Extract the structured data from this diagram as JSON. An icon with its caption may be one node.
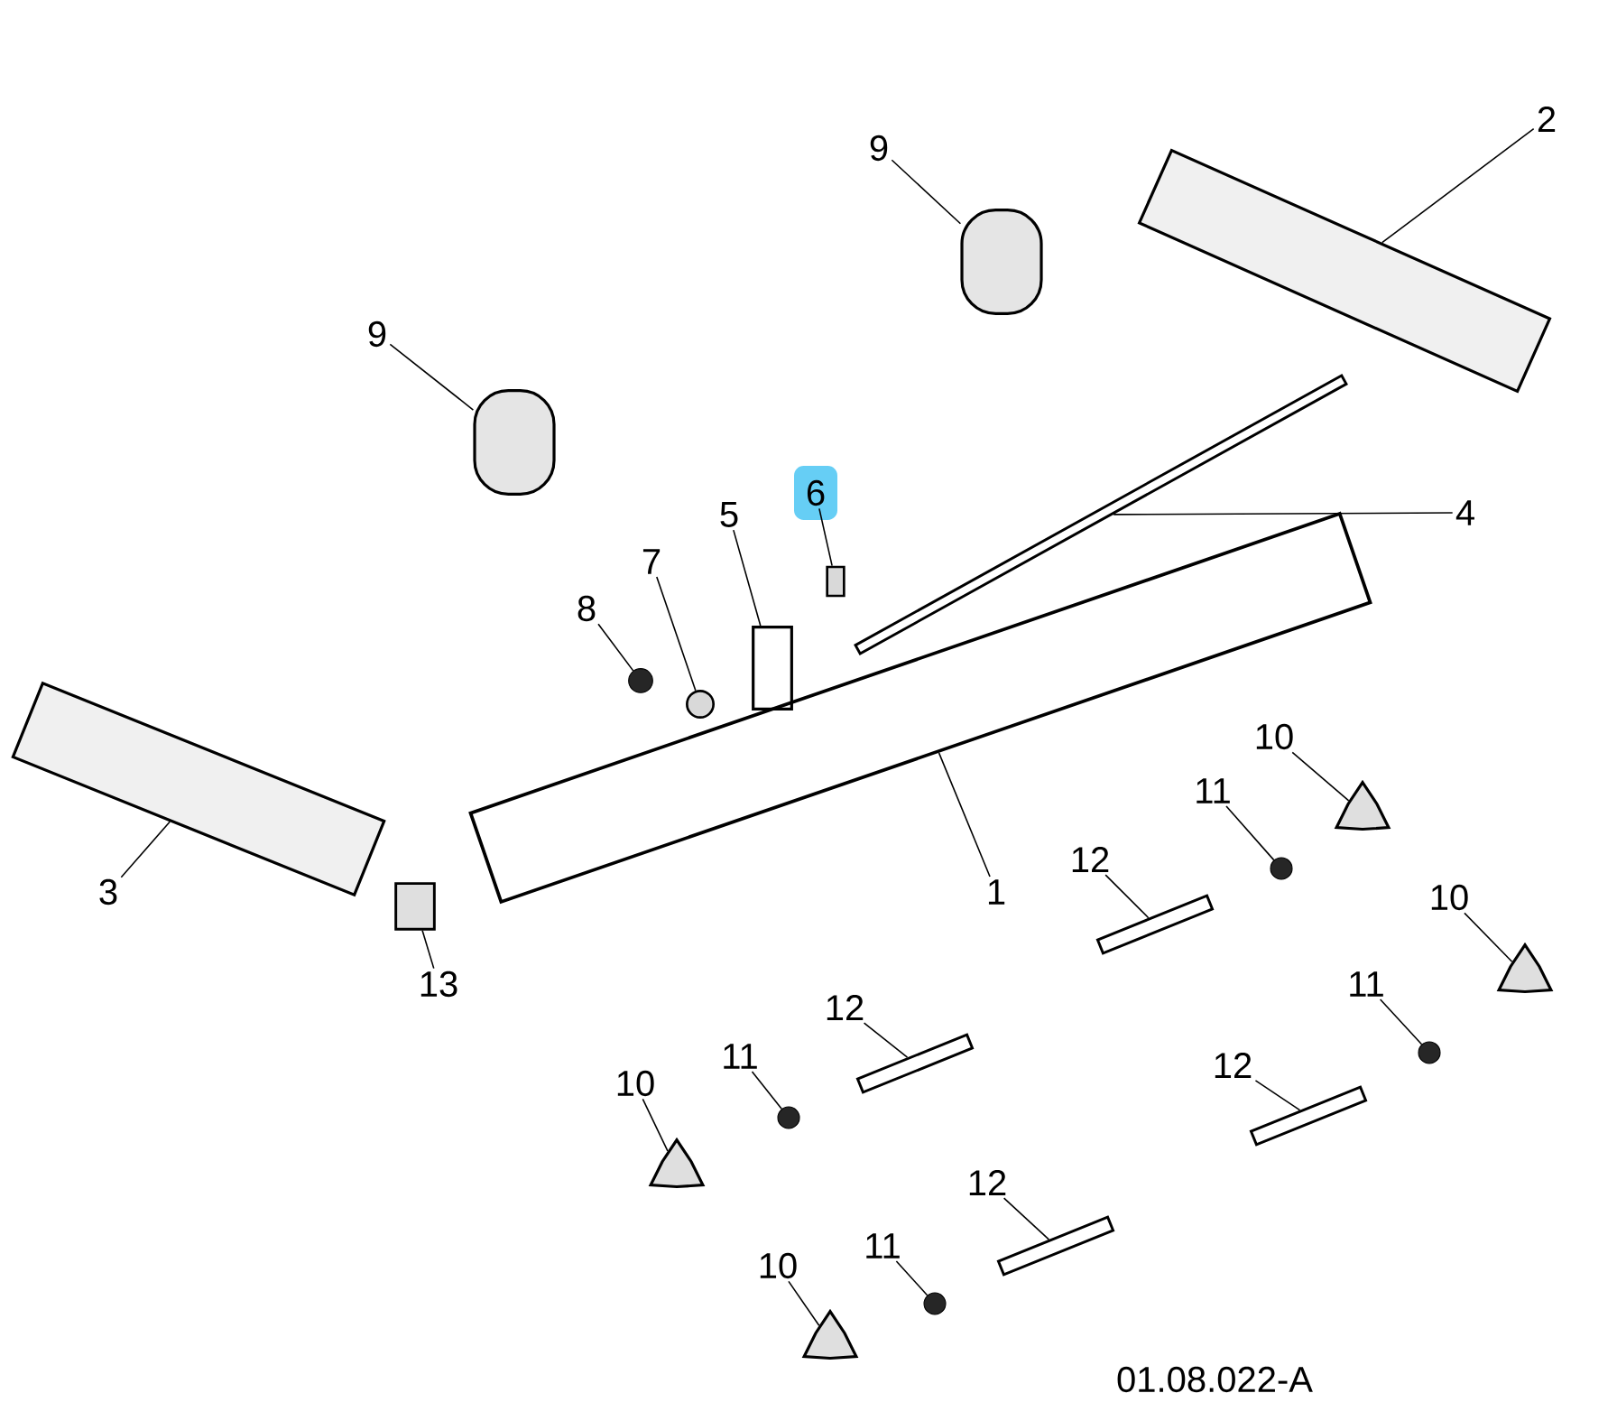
{
  "diagram": {
    "nodes": [
      {
        "text": [
          "2"
        ]
      },
      {
        "text": [],
        "shape": "bar"
      },
      {
        "text": [
          "9"
        ]
      },
      {
        "text": [],
        "shape": "box"
      },
      {
        "text": [
          "9"
        ]
      },
      {
        "text": [],
        "shape": "box"
      },
      {
        "text": [
          "6"
        ]
      },
      {
        "text": [],
        "shape": "box"
      },
      {
        "text": [
          "5"
        ]
      },
      {
        "text": [],
        "shape": "box"
      },
      {
        "text": [
          "4"
        ]
      },
      {
        "text": [],
        "shape": "bar"
      },
      {
        "text": [
          "7"
        ]
      },
      {
        "text": [],
        "shape": "circle"
      },
      {
        "text": [
          "8"
        ]
      },
      {
        "text": [],
        "shape": "circle"
      },
      {
        "text": [
          "10"
        ]
      },
      {
        "text": [],
        "shape": "triangle"
      },
      {
        "text": [
          "11"
        ]
      },
      {
        "text": [],
        "shape": "circle"
      },
      {
        "text": [
          "3"
        ]
      },
      {
        "text": [],
        "shape": "bar"
      },
      {
        "text": [
          "1"
        ]
      },
      {
        "text": [],
        "shape": "bar"
      },
      {
        "text": [
          "12"
        ]
      },
      {
        "text": [],
        "shape": "bar"
      },
      {
        "text": [
          "10"
        ]
      },
      {
        "text": [],
        "shape": "triangle"
      },
      {
        "text": [
          "13"
        ]
      },
      {
        "text": [],
        "shape": "box"
      },
      {
        "text": [
          "11"
        ]
      },
      {
        "text": [],
        "shape": "circle"
      },
      {
        "text": [
          "12"
        ]
      },
      {
        "text": [],
        "shape": "bar"
      },
      {
        "text": [
          "10"
        ]
      },
      {
        "text": [],
        "shape": "triangle"
      },
      {
        "text": [
          "11"
        ]
      },
      {
        "text": [],
        "shape": "circle"
      },
      {
        "text": [
          "12"
        ]
      },
      {
        "text": [],
        "shape": "bar"
      },
      {
        "text": [
          "12"
        ]
      },
      {
        "text": [],
        "shape": "bar"
      },
      {
        "text": [
          "10"
        ]
      },
      {
        "text": [],
        "shape": "triangle"
      },
      {
        "text": [
          "11"
        ]
      },
      {
        "text": [],
        "shape": "circle"
      }
    ],
    "edges": [
      {
        "from": 0,
        "to": 1,
        "arrow": "none"
      },
      {
        "from": 2,
        "to": 3,
        "arrow": "none"
      },
      {
        "from": 4,
        "to": 5,
        "arrow": "none"
      },
      {
        "from": 6,
        "to": 7,
        "arrow": "none"
      },
      {
        "from": 8,
        "to": 9,
        "arrow": "none"
      },
      {
        "from": 10,
        "to": 11,
        "arrow": "none"
      },
      {
        "from": 12,
        "to": 13,
        "arrow": "none"
      },
      {
        "from": 14,
        "to": 15,
        "arrow": "none"
      },
      {
        "from": 16,
        "to": 17,
        "arrow": "none"
      },
      {
        "from": 18,
        "to": 19,
        "arrow": "none"
      },
      {
        "from": 20,
        "to": 21,
        "arrow": "none"
      },
      {
        "from": 22,
        "to": 23,
        "arrow": "none"
      },
      {
        "from": 24,
        "to": 25,
        "arrow": "none"
      },
      {
        "from": 26,
        "to": 27,
        "arrow": "none"
      },
      {
        "from": 28,
        "to": 29,
        "arrow": "none"
      },
      {
        "from": 30,
        "to": 31,
        "arrow": "none"
      },
      {
        "from": 32,
        "to": 33,
        "arrow": "none"
      },
      {
        "from": 34,
        "to": 35,
        "arrow": "none"
      },
      {
        "from": 36,
        "to": 37,
        "arrow": "none"
      },
      {
        "from": 38,
        "to": 39,
        "arrow": "none"
      },
      {
        "from": 40,
        "to": 41,
        "arrow": "none"
      },
      {
        "from": 42,
        "to": 43,
        "arrow": "none"
      },
      {
        "from": 44,
        "to": 45,
        "arrow": "none"
      }
    ],
    "labels": [
      "01.08.022-A"
    ]
  }
}
